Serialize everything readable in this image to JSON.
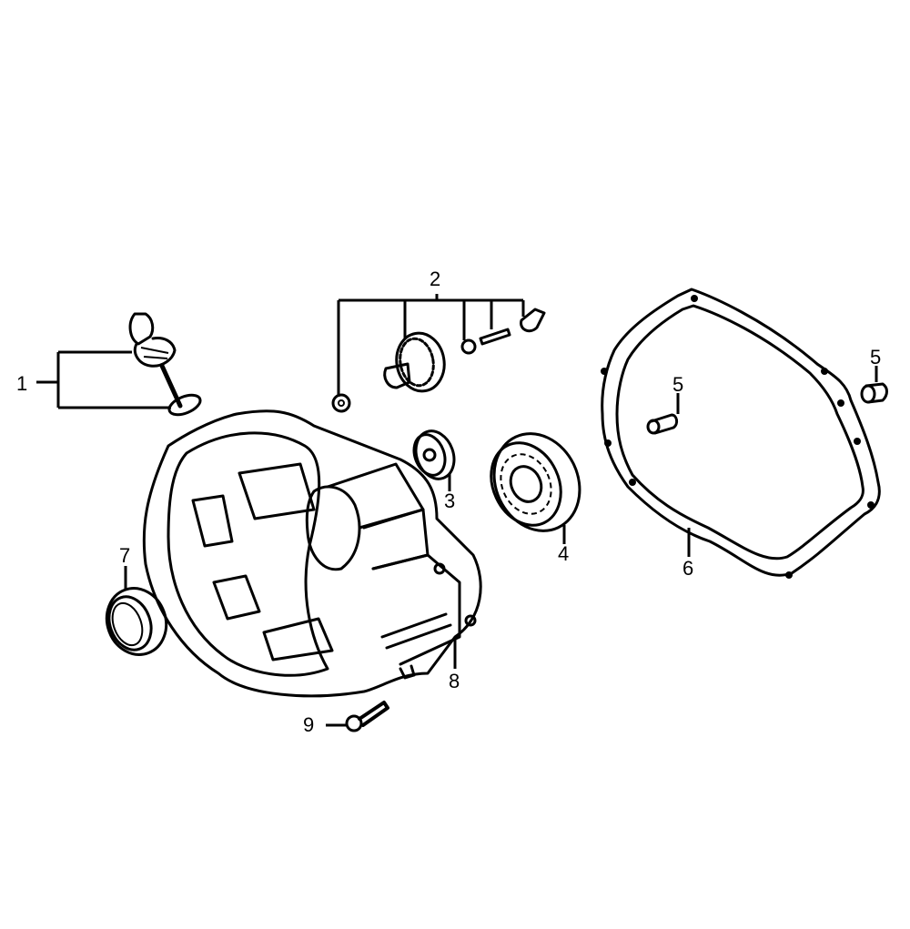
{
  "diagram": {
    "type": "exploded parts diagram",
    "callouts": [
      {
        "id": "1",
        "label": "1",
        "part": "oil filler cap / dipstick with o-ring"
      },
      {
        "id": "2",
        "label": "2",
        "part": "governor gear assembly (gear, washer, pin, holder, nut)"
      },
      {
        "id": "3",
        "label": "3",
        "part": "small ball bearing"
      },
      {
        "id": "4",
        "label": "4",
        "part": "large ball bearing"
      },
      {
        "id": "5a",
        "label": "5",
        "part": "dowel pin"
      },
      {
        "id": "5b",
        "label": "5",
        "part": "dowel pin"
      },
      {
        "id": "6",
        "label": "6",
        "part": "crankcase cover gasket"
      },
      {
        "id": "7",
        "label": "7",
        "part": "oil seal"
      },
      {
        "id": "8",
        "label": "8",
        "part": "crankcase cover"
      },
      {
        "id": "9",
        "label": "9",
        "part": "drain bolt"
      }
    ]
  }
}
